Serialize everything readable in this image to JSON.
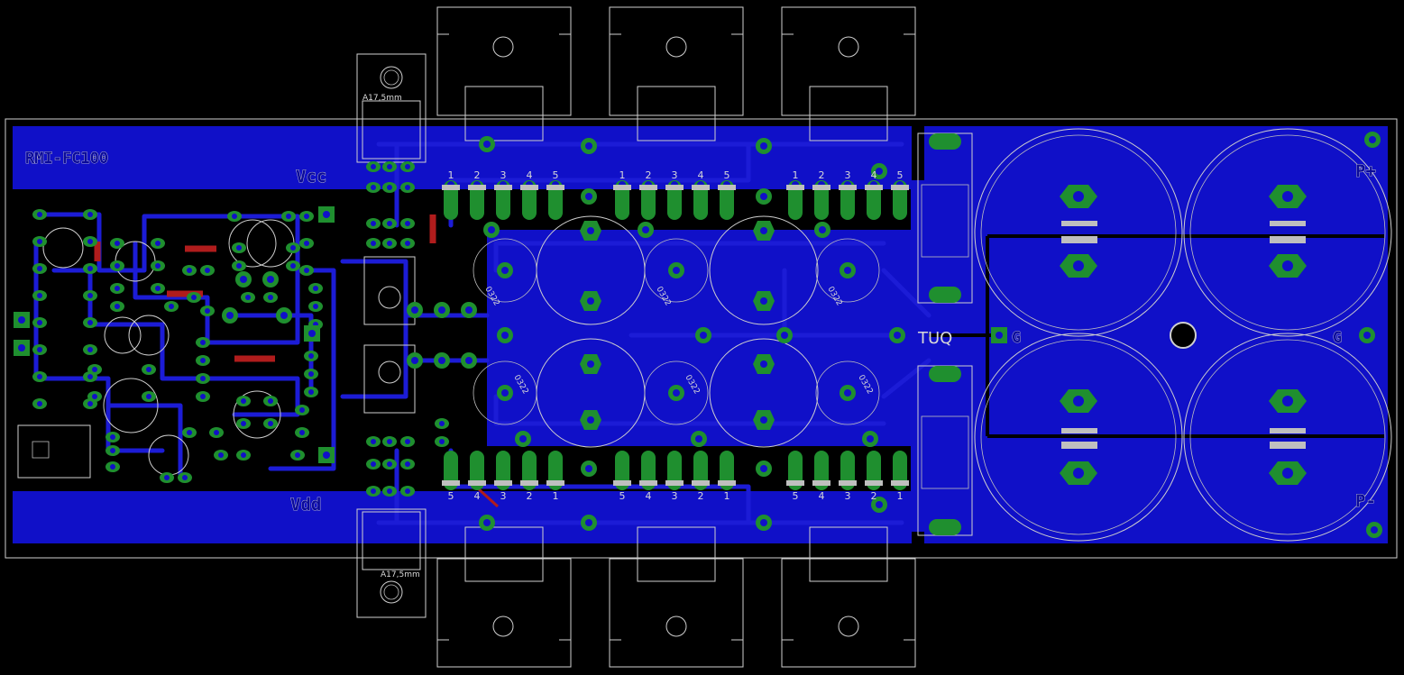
{
  "board": {
    "name": "RMI-FC100",
    "vcc_label": "Vcc",
    "vdd_label": "Vdd",
    "tuq_label": "TUQ",
    "p_plus_label": "P+",
    "p_minus_label": "P-",
    "g_left_label": "G",
    "g_right_label": "G",
    "heatsink_top_note": "A17,5mm",
    "heatsink_bottom_note": "A17,5mm",
    "cap_value": "0322",
    "pin_labels_top": [
      "1",
      "2",
      "3",
      "4",
      "5"
    ],
    "pin_labels_bottom": [
      "5",
      "4",
      "3",
      "2",
      "1"
    ]
  },
  "colors": {
    "background": "#000000",
    "copper_top": "#1010c8",
    "pads": "#1f8f2f",
    "silkscreen": "#d8d8d8",
    "jumper": "#b01c1c"
  }
}
